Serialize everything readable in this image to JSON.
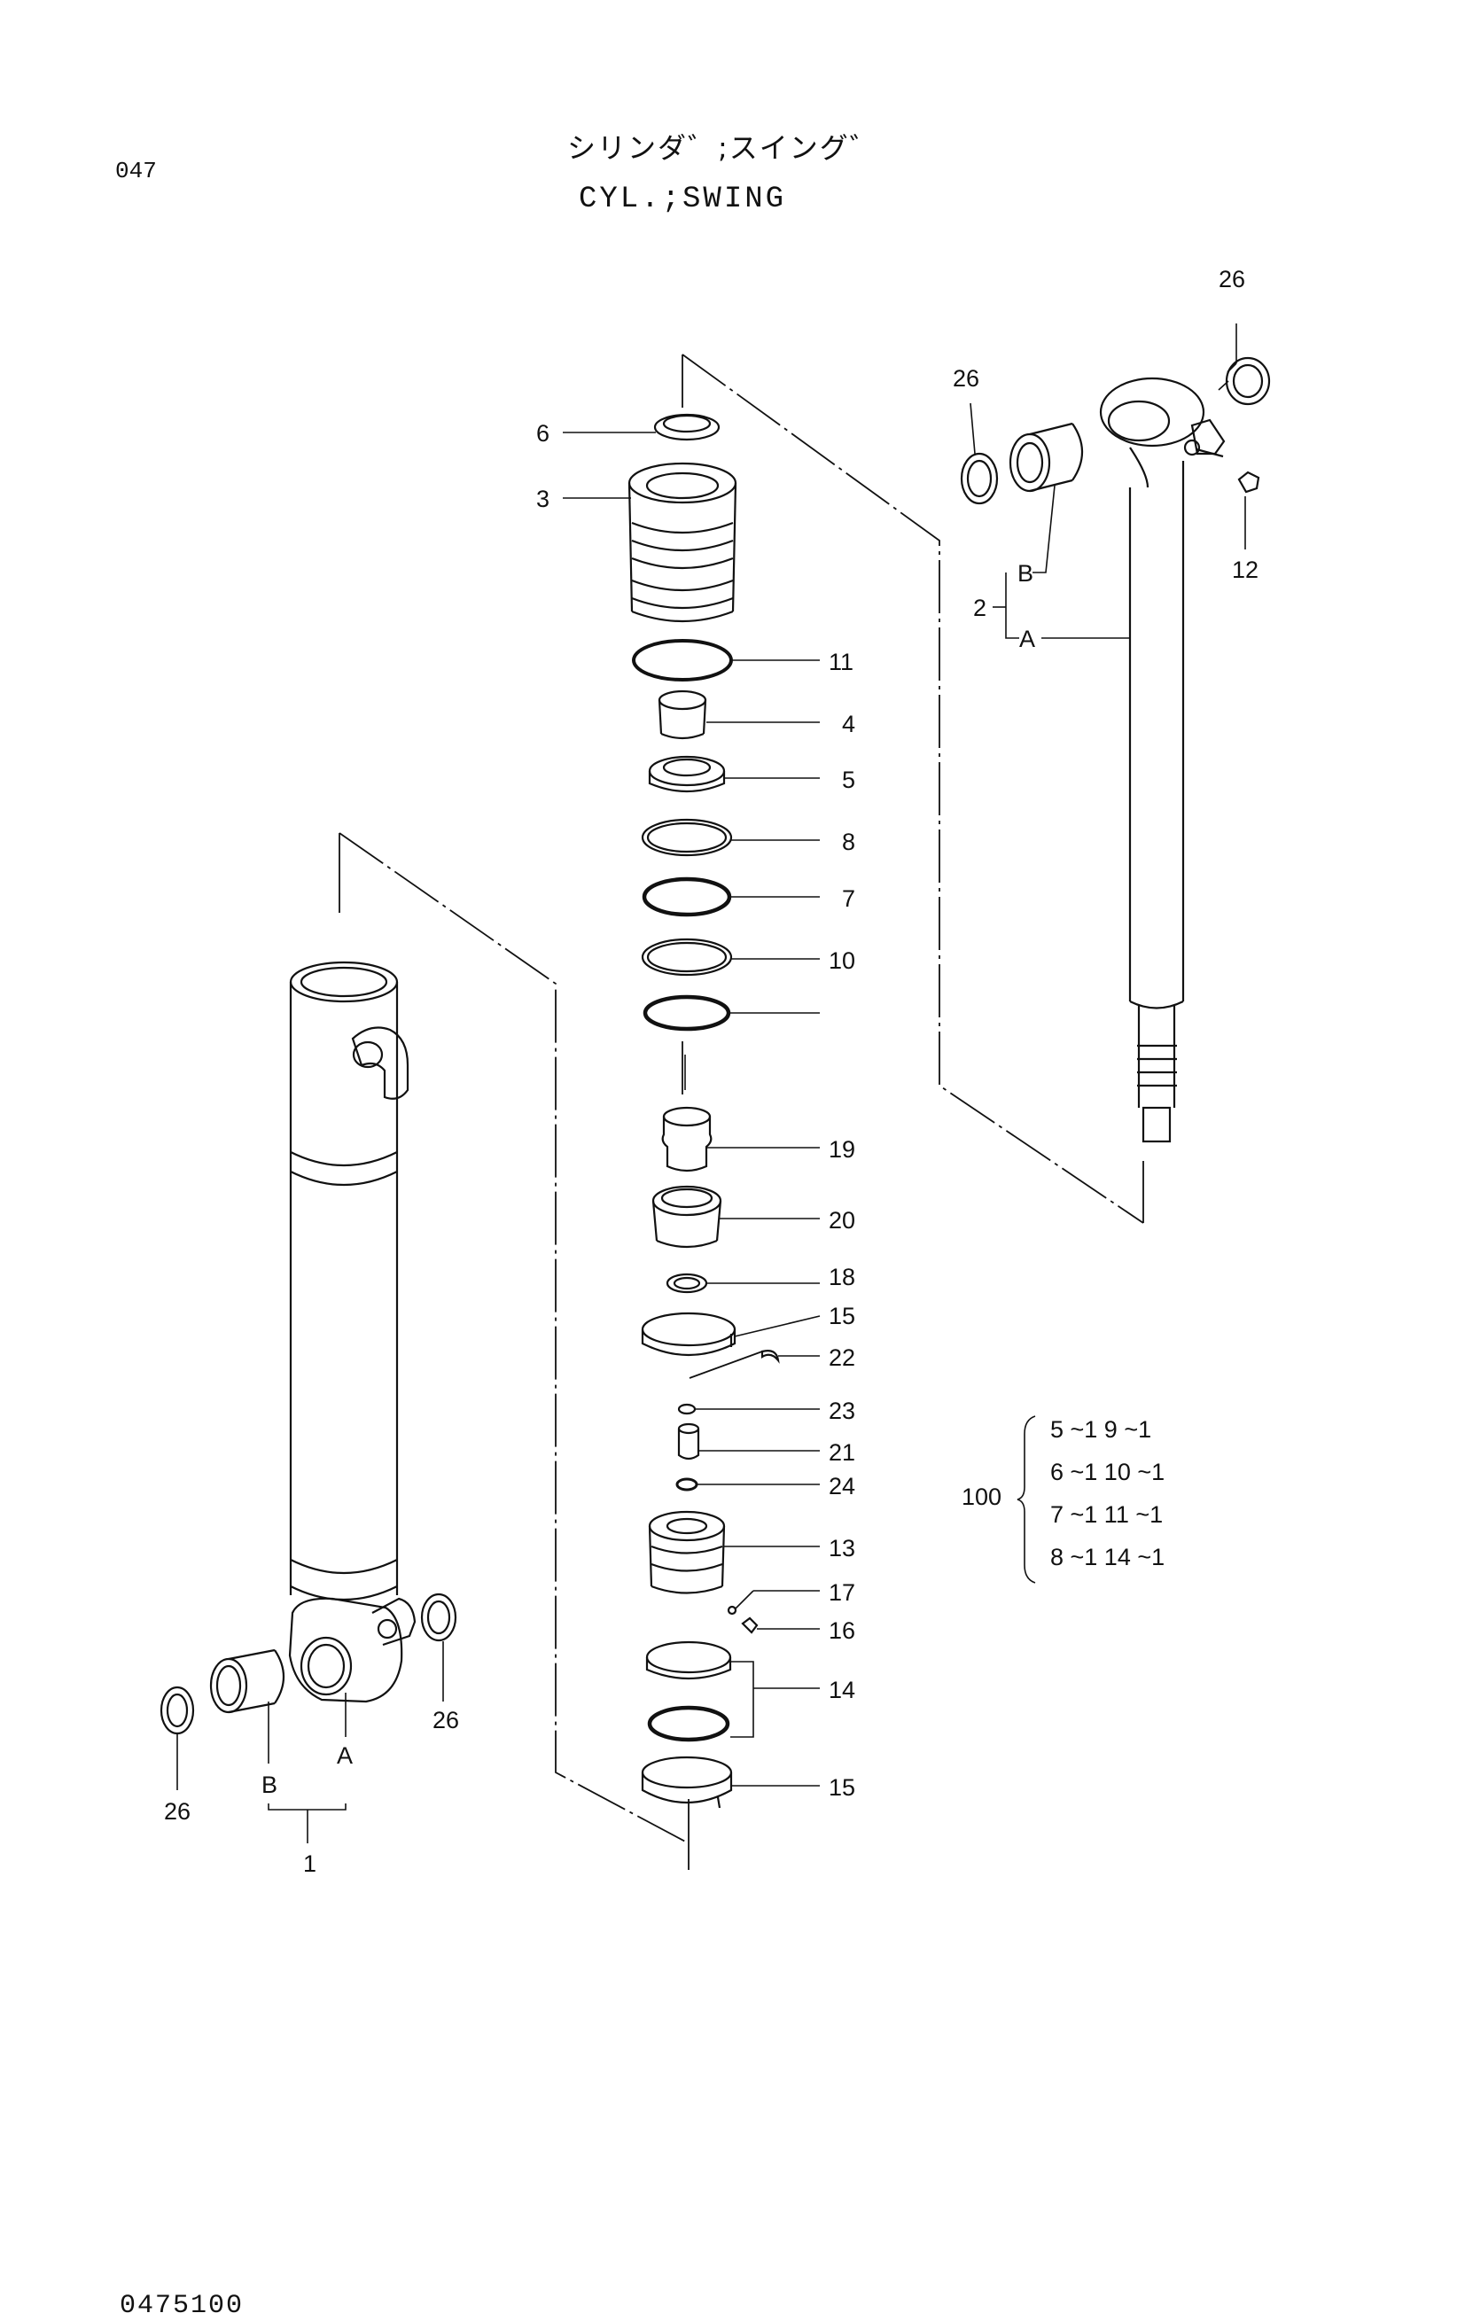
{
  "header": {
    "page_number": "047",
    "title_japanese": "シリンダ゛;スイング゛",
    "title_english": "CYL.;SWING"
  },
  "footer": {
    "drawing_number": "0475100"
  },
  "callouts": {
    "p1": "1",
    "p1A": "A",
    "p1B": "B",
    "p2": "2",
    "p2A": "A",
    "p2B": "B",
    "p3": "3",
    "p4": "4",
    "p5": "5",
    "p6": "6",
    "p7": "7",
    "p8": "8",
    "p10": "10",
    "p11": "11",
    "p12": "12",
    "p13": "13",
    "p14": "14",
    "p15a": "15",
    "p15b": "15",
    "p16": "16",
    "p17": "17",
    "p18": "18",
    "p19": "19",
    "p20": "20",
    "p21": "21",
    "p22": "22",
    "p23": "23",
    "p24": "24",
    "p26a": "26",
    "p26b": "26",
    "p26c": "26",
    "p26d": "26"
  },
  "kit": {
    "label": "100",
    "rows": [
      "5 ~1  9 ~1",
      "6 ~1 10 ~1",
      "7 ~1 11 ~1",
      "8 ~1 14 ~1"
    ]
  }
}
